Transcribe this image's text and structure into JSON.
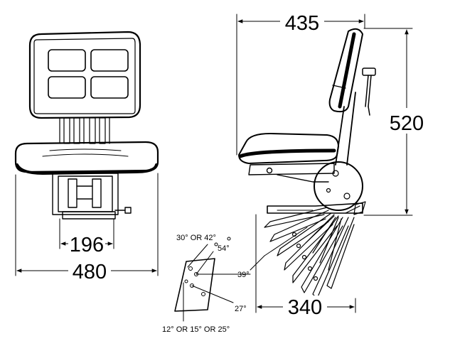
{
  "dimensions": {
    "depth": "435",
    "height": "520",
    "base_depth": "340",
    "overall_width": "480",
    "mount_width": "196"
  },
  "angles": {
    "a30_42": "30° OR 42°",
    "a54": "54°",
    "a39": "39°",
    "a27": "27°",
    "a12_15_25": "12° OR 15° OR 25°"
  }
}
